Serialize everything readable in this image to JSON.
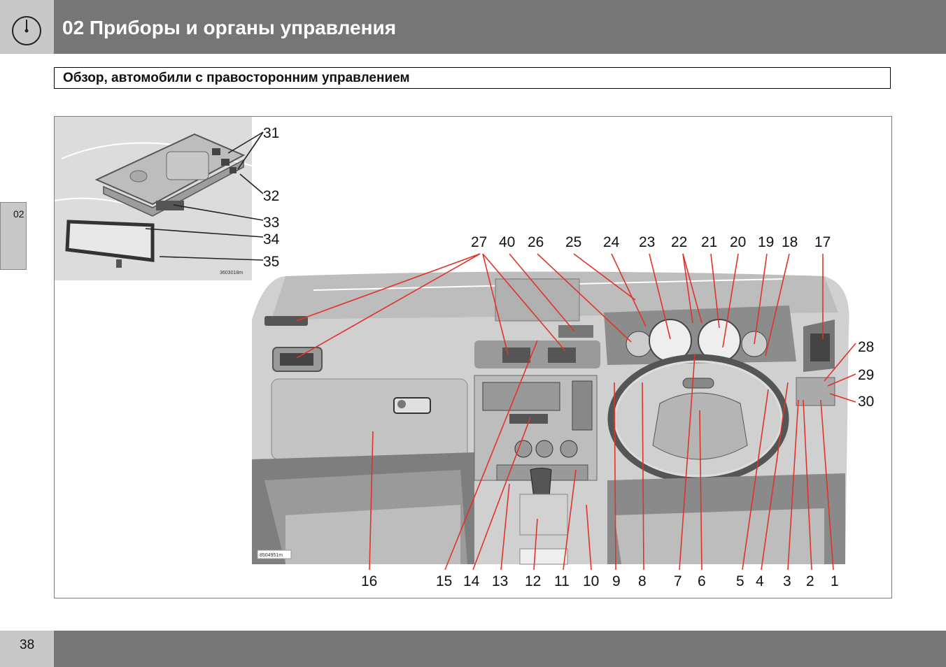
{
  "header": {
    "title": "02 Приборы и органы управления",
    "icon": "gauge-icon"
  },
  "section": {
    "title": "Обзор, автомобили с правосторонним управлением"
  },
  "side_tab": {
    "label": "02"
  },
  "figure": {
    "inset_code": "3603018m",
    "main_code": "8504951m",
    "labels": {
      "n1": "1",
      "n2": "2",
      "n3": "3",
      "n4": "4",
      "n5": "5",
      "n6": "6",
      "n7": "7",
      "n8": "8",
      "n9": "9",
      "n10": "10",
      "n11": "11",
      "n12": "12",
      "n13": "13",
      "n14": "14",
      "n15": "15",
      "n16": "16",
      "n17": "17",
      "n18": "18",
      "n19": "19",
      "n20": "20",
      "n21": "21",
      "n22": "22",
      "n23": "23",
      "n24": "24",
      "n25": "25",
      "n26": "26",
      "n27": "27",
      "n28": "28",
      "n29": "29",
      "n30": "30",
      "n31": "31",
      "n32": "32",
      "n33": "33",
      "n34": "34",
      "n35": "35",
      "n40": "40"
    },
    "colors": {
      "leader": "#e0332b",
      "dash": "#9a9a9a",
      "dash_dark": "#6e6e6e"
    }
  },
  "footer": {
    "page_number": "38"
  }
}
